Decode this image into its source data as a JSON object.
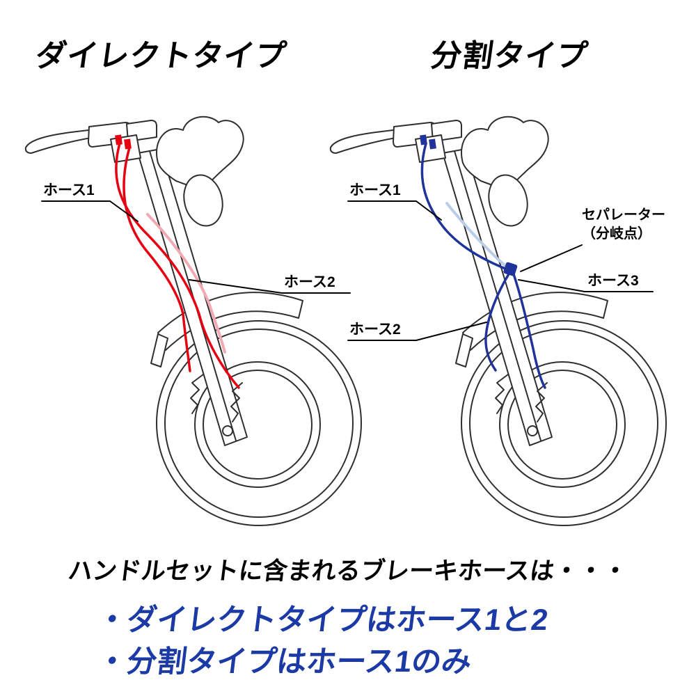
{
  "left_diagram": {
    "title": "ダイレクトタイプ",
    "hose1_label": "ホース1",
    "hose2_label": "ホース2"
  },
  "right_diagram": {
    "title": "分割タイプ",
    "hose1_label": "ホース1",
    "hose2_label": "ホース2",
    "hose3_label": "ホース3",
    "separator_label_line1": "セパレーター",
    "separator_label_line2": "（分岐点）"
  },
  "footer": {
    "heading": "ハンドルセットに含まれるブレーキホースは・・・",
    "bullet1": "・ダイレクトタイプはホース1と2",
    "bullet2": "・分割タイプはホース1のみ"
  },
  "colors": {
    "direct_hose": "#e60012",
    "direct_hose_light": "#f2aab2",
    "split_hose": "#1f339b",
    "split_hose_light": "#b9cde9",
    "bullet_text": "#1c3aa6",
    "line_art": "#2f2f2f"
  }
}
